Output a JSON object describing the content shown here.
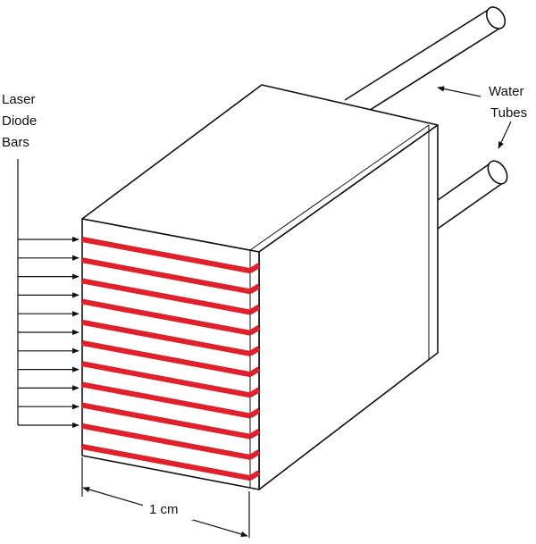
{
  "labels": {
    "laser_diode_bars": [
      "Laser",
      "Diode",
      "Bars"
    ],
    "water_tubes": [
      "Water",
      "Tubes"
    ],
    "dimension": "1 cm"
  },
  "diagram": {
    "diode_bar_count": 11
  },
  "colors": {
    "outline": "#111111",
    "diode_bar": "#e0202a",
    "background": "#ffffff"
  }
}
